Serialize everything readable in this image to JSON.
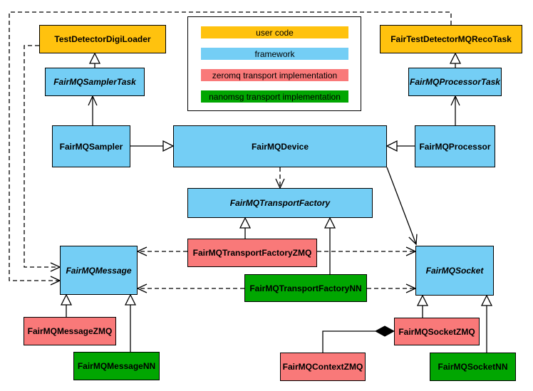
{
  "colors": {
    "user_code": "#FFC20E",
    "framework": "#74CEF5",
    "zeromq": "#F97979",
    "nanomsg": "#01A601"
  },
  "legend": {
    "items": [
      {
        "label": "user code",
        "category": "user_code"
      },
      {
        "label": "framework",
        "category": "framework"
      },
      {
        "label": "zeromq transport implementation",
        "category": "zeromq"
      },
      {
        "label": "nanomsg transport implementation",
        "category": "nanomsg"
      }
    ]
  },
  "nodes": {
    "test_detector_digi_loader": {
      "label": "TestDetectorDigiLoader",
      "category": "user_code"
    },
    "fair_test_detector_mq_reco_task": {
      "label": "FairTestDetectorMQRecoTask",
      "category": "user_code"
    },
    "fairmq_sampler_task": {
      "label": "FairMQSamplerTask",
      "category": "framework",
      "abstract": true
    },
    "fairmq_processor_task": {
      "label": "FairMQProcessorTask",
      "category": "framework",
      "abstract": true
    },
    "fairmq_sampler": {
      "label": "FairMQSampler",
      "category": "framework"
    },
    "fairmq_device": {
      "label": "FairMQDevice",
      "category": "framework"
    },
    "fairmq_processor": {
      "label": "FairMQProcessor",
      "category": "framework"
    },
    "fairmq_transport_factory": {
      "label": "FairMQTransportFactory",
      "category": "framework",
      "abstract": true
    },
    "fairmq_transport_factory_zmq": {
      "label": "FairMQTransportFactoryZMQ",
      "category": "zeromq"
    },
    "fairmq_transport_factory_nn": {
      "label": "FairMQTransportFactoryNN",
      "category": "nanomsg"
    },
    "fairmq_message": {
      "label": "FairMQMessage",
      "category": "framework",
      "abstract": true
    },
    "fairmq_socket": {
      "label": "FairMQSocket",
      "category": "framework",
      "abstract": true
    },
    "fairmq_message_zmq": {
      "label": "FairMQMessageZMQ",
      "category": "zeromq"
    },
    "fairmq_message_nn": {
      "label": "FairMQMessageNN",
      "category": "nanomsg"
    },
    "fairmq_socket_zmq": {
      "label": "FairMQSocketZMQ",
      "category": "zeromq"
    },
    "fairmq_socket_nn": {
      "label": "FairMQSocketNN",
      "category": "nanomsg"
    },
    "fairmq_context_zmq": {
      "label": "FairMQContextZMQ",
      "category": "zeromq"
    }
  },
  "edges": [
    {
      "from": "FairMQSamplerTask",
      "to": "TestDetectorDigiLoader",
      "style": "solid",
      "head": "hollow-triangle"
    },
    {
      "from": "FairMQProcessorTask",
      "to": "FairTestDetectorMQRecoTask",
      "style": "solid",
      "head": "hollow-triangle"
    },
    {
      "from": "FairMQSampler",
      "to": "FairMQDevice",
      "style": "solid",
      "head": "hollow-triangle"
    },
    {
      "from": "FairMQProcessor",
      "to": "FairMQDevice",
      "style": "solid",
      "head": "hollow-triangle"
    },
    {
      "from": "FairMQSampler",
      "to": "FairMQSamplerTask",
      "style": "solid",
      "head": "open-arrow"
    },
    {
      "from": "FairMQProcessor",
      "to": "FairMQProcessorTask",
      "style": "solid",
      "head": "open-arrow"
    },
    {
      "from": "FairMQDevice",
      "to": "FairMQTransportFactory",
      "style": "dashed",
      "head": "open-arrow"
    },
    {
      "from": "FairMQDevice",
      "to": "FairMQSocket",
      "style": "solid",
      "head": "open-arrow"
    },
    {
      "from": "FairMQTransportFactoryZMQ",
      "to": "FairMQTransportFactory",
      "style": "solid",
      "head": "hollow-triangle"
    },
    {
      "from": "FairMQTransportFactoryNN",
      "to": "FairMQTransportFactory",
      "style": "solid",
      "head": "hollow-triangle"
    },
    {
      "from": "FairMQTransportFactoryZMQ",
      "to": "FairMQMessage",
      "style": "dashed",
      "head": "open-arrow"
    },
    {
      "from": "FairMQTransportFactoryZMQ",
      "to": "FairMQSocket",
      "style": "dashed",
      "head": "open-arrow"
    },
    {
      "from": "FairMQTransportFactoryNN",
      "to": "FairMQMessage",
      "style": "dashed",
      "head": "open-arrow"
    },
    {
      "from": "FairMQTransportFactoryNN",
      "to": "FairMQSocket",
      "style": "dashed",
      "head": "open-arrow"
    },
    {
      "from": "FairMQMessageZMQ",
      "to": "FairMQMessage",
      "style": "solid",
      "head": "hollow-triangle"
    },
    {
      "from": "FairMQMessageNN",
      "to": "FairMQMessage",
      "style": "solid",
      "head": "hollow-triangle"
    },
    {
      "from": "FairMQSocketZMQ",
      "to": "FairMQSocket",
      "style": "solid",
      "head": "hollow-triangle"
    },
    {
      "from": "FairMQSocketNN",
      "to": "FairMQSocket",
      "style": "solid",
      "head": "hollow-triangle"
    },
    {
      "from": "TestDetectorDigiLoader",
      "to": "FairMQMessage",
      "style": "dashed",
      "head": "open-arrow"
    },
    {
      "from": "FairTestDetectorMQRecoTask",
      "to": "FairMQMessage",
      "style": "dashed",
      "head": "open-arrow"
    },
    {
      "from": "FairMQContextZMQ",
      "to": "FairMQSocketZMQ",
      "style": "solid",
      "head": "filled-diamond"
    }
  ]
}
